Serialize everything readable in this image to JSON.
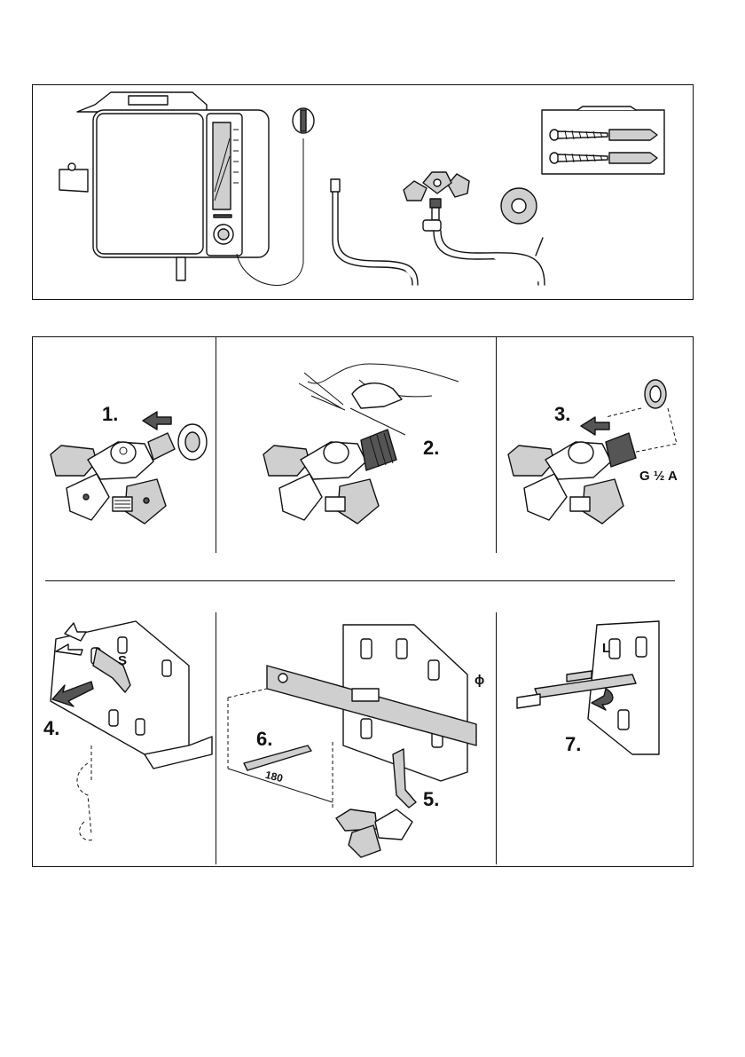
{
  "steps": {
    "step1": "1.",
    "step2": "2.",
    "step3": "3.",
    "step4": "4.",
    "step5": "5.",
    "step6": "6.",
    "step7": "7."
  },
  "labels": {
    "thread": "G ½ A",
    "wrench": "S",
    "lever": "L",
    "distance": "180",
    "symbol": "ϕ"
  },
  "icons": {
    "heater": "water-heater-icon",
    "hose": "hose-icon",
    "valve": "angle-valve-icon",
    "screws": "screws-dowels-icon",
    "washer": "washer-icon"
  }
}
